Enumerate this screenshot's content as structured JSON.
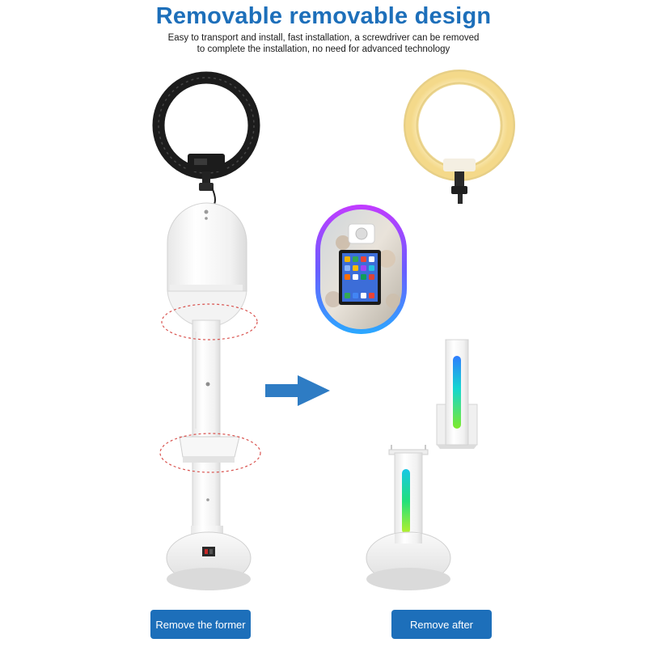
{
  "header": {
    "title": "Removable removable design",
    "subtitle_line1": "Easy to transport and install, fast installation, a screwdriver can be removed",
    "subtitle_line2": "to complete the installation, no need for advanced technology"
  },
  "captions": {
    "before": "Remove the former",
    "after": "Remove after"
  },
  "colors": {
    "title": "#1d6fba",
    "caption_bg": "#1d6fba",
    "arrow": "#2e7cc4",
    "highlight_ellipse": "#d9534f",
    "ring_light_dark": "#1c1c1c",
    "ring_light_warm": "#fbe7a6"
  },
  "icons": {
    "arrow": "right-arrow-icon"
  }
}
